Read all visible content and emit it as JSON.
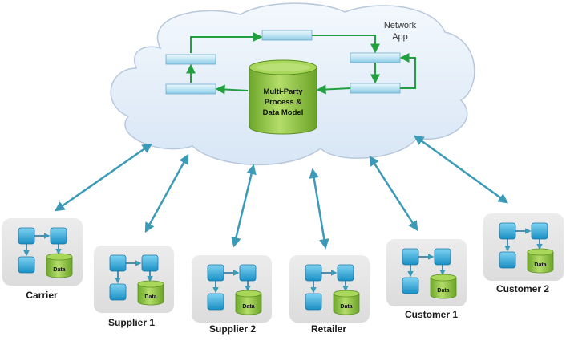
{
  "cloud": {
    "app_label_line1": "Network",
    "app_label_line2": "App",
    "database": {
      "line1": "Multi-Party",
      "line2": "Process &",
      "line3": "Data Model"
    }
  },
  "parties": [
    {
      "name": "Carrier",
      "db_label": "Data"
    },
    {
      "name": "Supplier  1",
      "db_label": "Data"
    },
    {
      "name": "Supplier  2",
      "db_label": "Data"
    },
    {
      "name": "Retailer",
      "db_label": "Data"
    },
    {
      "name": "Customer 1",
      "db_label": "Data"
    },
    {
      "name": "Customer 2",
      "db_label": "Data"
    }
  ],
  "colors": {
    "cloud_fill": "#e6f0fb",
    "cloud_stroke": "#b8c8dc",
    "green_arrow": "#22a040",
    "teal_arrow": "#3a9ab8",
    "process_box": "#2aa7d8",
    "db_green": "#8cc43c",
    "panel": "#e2e2e2"
  }
}
